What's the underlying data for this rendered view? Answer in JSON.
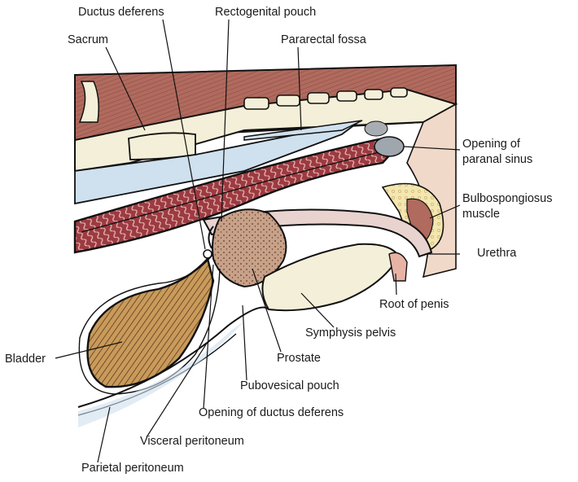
{
  "labels": {
    "ductus_deferens": "Ductus deferens",
    "rectogenital_pouch": "Rectogenital pouch",
    "sacrum": "Sacrum",
    "pararectal_fossa": "Pararectal fossa",
    "opening_paranal_sinus": [
      "Opening of",
      "paranal sinus"
    ],
    "bulbospongiosus_muscle": [
      "Bulbospongiosus",
      "muscle"
    ],
    "urethra": "Urethra",
    "root_of_penis": "Root of penis",
    "symphysis_pelvis": "Symphysis pelvis",
    "bladder": "Bladder",
    "prostate": "Prostate",
    "pubovesical_pouch": "Pubovesical pouch",
    "opening_ductus_deferens": "Opening of ductus deferens",
    "visceral_peritoneum": "Visceral peritoneum",
    "parietal_peritoneum": "Parietal peritoneum"
  },
  "colors": {
    "muscle": "#b06a5e",
    "rectum_wall": "#9c3a43",
    "peritoneal_space": "#cfe0ee",
    "bone": "#f4efd8",
    "gland": "#c8a189",
    "bladder_content": "#c99a5a",
    "fat": "#f3e6b0",
    "outline": "#111111"
  }
}
